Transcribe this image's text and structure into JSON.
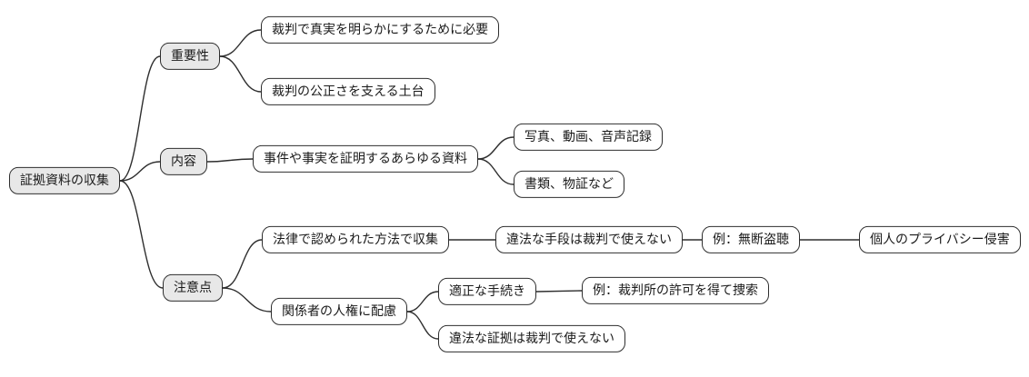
{
  "diagram": {
    "type": "mindmap",
    "root_label": "証拠資料の収集"
  },
  "nodes": {
    "root": {
      "label": "証拠資料の収集",
      "level": 0,
      "style": "branch"
    },
    "importance": {
      "label": "重要性",
      "level": 1,
      "style": "branch"
    },
    "importance-1": {
      "label": "裁判で真実を明らかにするために必要",
      "level": 2,
      "style": "leaf"
    },
    "importance-2": {
      "label": "裁判の公正さを支える土台",
      "level": 2,
      "style": "leaf"
    },
    "content": {
      "label": "内容",
      "level": 1,
      "style": "branch"
    },
    "content-1": {
      "label": "事件や事実を証明するあらゆる資料",
      "level": 2,
      "style": "leaf"
    },
    "content-1-1": {
      "label": "写真、動画、音声記録",
      "level": 3,
      "style": "leaf"
    },
    "content-1-2": {
      "label": "書類、物証など",
      "level": 3,
      "style": "leaf"
    },
    "cautions": {
      "label": "注意点",
      "level": 1,
      "style": "branch"
    },
    "cautions-1": {
      "label": "法律で認められた方法で収集",
      "level": 2,
      "style": "leaf"
    },
    "cautions-1-1": {
      "label": "違法な手段は裁判で使えない",
      "level": 3,
      "style": "leaf"
    },
    "cautions-1-1-1": {
      "label": "例：無断盗聴",
      "level": 4,
      "style": "leaf"
    },
    "cautions-1-1-1-1": {
      "label": "個人のプライバシー侵害",
      "level": 5,
      "style": "leaf"
    },
    "cautions-2": {
      "label": "関係者の人権に配慮",
      "level": 2,
      "style": "leaf"
    },
    "cautions-2-1": {
      "label": "適正な手続き",
      "level": 3,
      "style": "leaf"
    },
    "cautions-2-1-1": {
      "label": "例：裁判所の許可を得て捜索",
      "level": 4,
      "style": "leaf"
    },
    "cautions-2-2": {
      "label": "違法な証拠は裁判で使えない",
      "level": 3,
      "style": "leaf"
    }
  },
  "links": [
    {
      "from": "root",
      "to": "importance"
    },
    {
      "from": "root",
      "to": "content"
    },
    {
      "from": "root",
      "to": "cautions"
    },
    {
      "from": "importance",
      "to": "importance-1"
    },
    {
      "from": "importance",
      "to": "importance-2"
    },
    {
      "from": "content",
      "to": "content-1"
    },
    {
      "from": "content-1",
      "to": "content-1-1"
    },
    {
      "from": "content-1",
      "to": "content-1-2"
    },
    {
      "from": "cautions",
      "to": "cautions-1"
    },
    {
      "from": "cautions",
      "to": "cautions-2"
    },
    {
      "from": "cautions-1",
      "to": "cautions-1-1"
    },
    {
      "from": "cautions-1-1",
      "to": "cautions-1-1-1"
    },
    {
      "from": "cautions-1-1-1",
      "to": "cautions-1-1-1-1"
    },
    {
      "from": "cautions-2",
      "to": "cautions-2-1"
    },
    {
      "from": "cautions-2-1",
      "to": "cautions-2-1-1"
    },
    {
      "from": "cautions-2",
      "to": "cautions-2-2"
    }
  ],
  "colors": {
    "background": "#ffffff",
    "node_border": "#2e2e2e",
    "branch_fill": "#e8e8e8",
    "leaf_fill": "#ffffff",
    "connector": "#2e2e2e"
  }
}
